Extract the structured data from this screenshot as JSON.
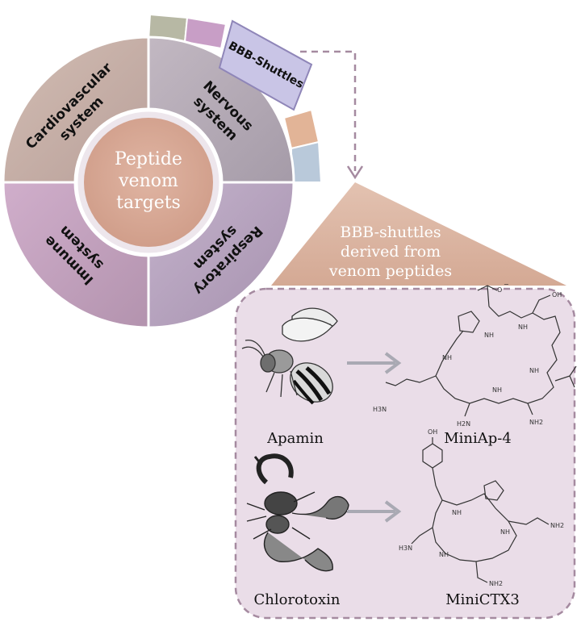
{
  "wheel": {
    "center_label": [
      "Peptide",
      "venom",
      "targets"
    ],
    "segments": {
      "cardiovascular": [
        "Cardiovascular",
        "system"
      ],
      "nervous": [
        "Nervous",
        "system"
      ],
      "immune": [
        "Immune",
        "system"
      ],
      "respiratory": [
        "Respiratory",
        "system"
      ]
    },
    "bbb_shuttles_label": "BBB-Shuttles"
  },
  "triangle": {
    "label": [
      "BBB-shuttles",
      "derived from",
      "venom peptides"
    ]
  },
  "panel": {
    "apamin_caption": "Apamin",
    "miniap4_caption": "MiniAp-4",
    "chlorotoxin_caption": "Chlorotoxin",
    "minictx3_caption": "MiniCTX3"
  },
  "chem_labels": {
    "nh": "NH",
    "h": "H",
    "n": "N",
    "o": "O",
    "oh": "OH",
    "o_minus": "O",
    "h3n": "H3N",
    "h2n": "H2N",
    "nh2": "NH2",
    "plus": "+",
    "minus": "−"
  },
  "colors": {
    "cardiovascular": "#c9b1a6",
    "nervous": "#b7adb9",
    "immune": "#c6a7bf",
    "respiratory": "#b9a8c2",
    "center": "#d7a896",
    "triangle": "#d9b5a2",
    "panel": "#eadde8",
    "dash": "#a58aa0",
    "arrow": "#a9a9b3",
    "bbb_tab": "#c9c5e6"
  }
}
